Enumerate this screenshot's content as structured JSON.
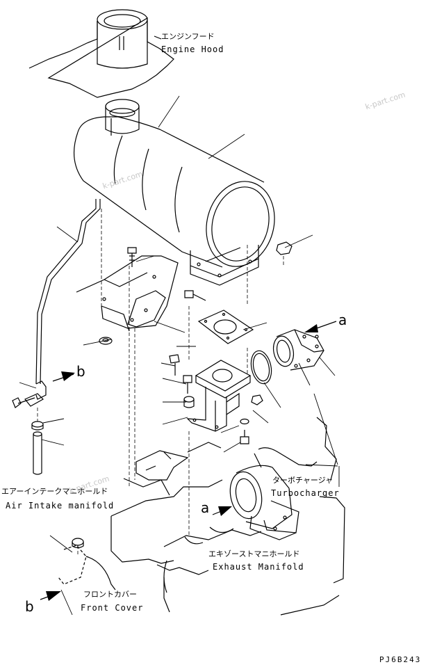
{
  "labels": {
    "engine_hood_jp": "エンジンフード",
    "engine_hood_en": "Engine Hood",
    "air_intake_jp": "エアーインテークマニホールド",
    "air_intake_en": "Air Intake manifold",
    "turbocharger_jp": "ターボチャージャ",
    "turbocharger_en": "Turbocharger",
    "exhaust_manifold_jp": "エキゾーストマニホールド",
    "exhaust_manifold_en": "Exhaust Manifold",
    "front_cover_jp": "フロントカバー",
    "front_cover_en": "Front Cover"
  },
  "refs": {
    "a_top": "a",
    "b_mid": "b",
    "a_turbo": "a",
    "b_bottom": "b"
  },
  "watermarks": {
    "wm1": "k-part.com",
    "wm2": "k-part.com",
    "wm3": "k-part.com"
  },
  "drawing_code": "PJ6B243"
}
